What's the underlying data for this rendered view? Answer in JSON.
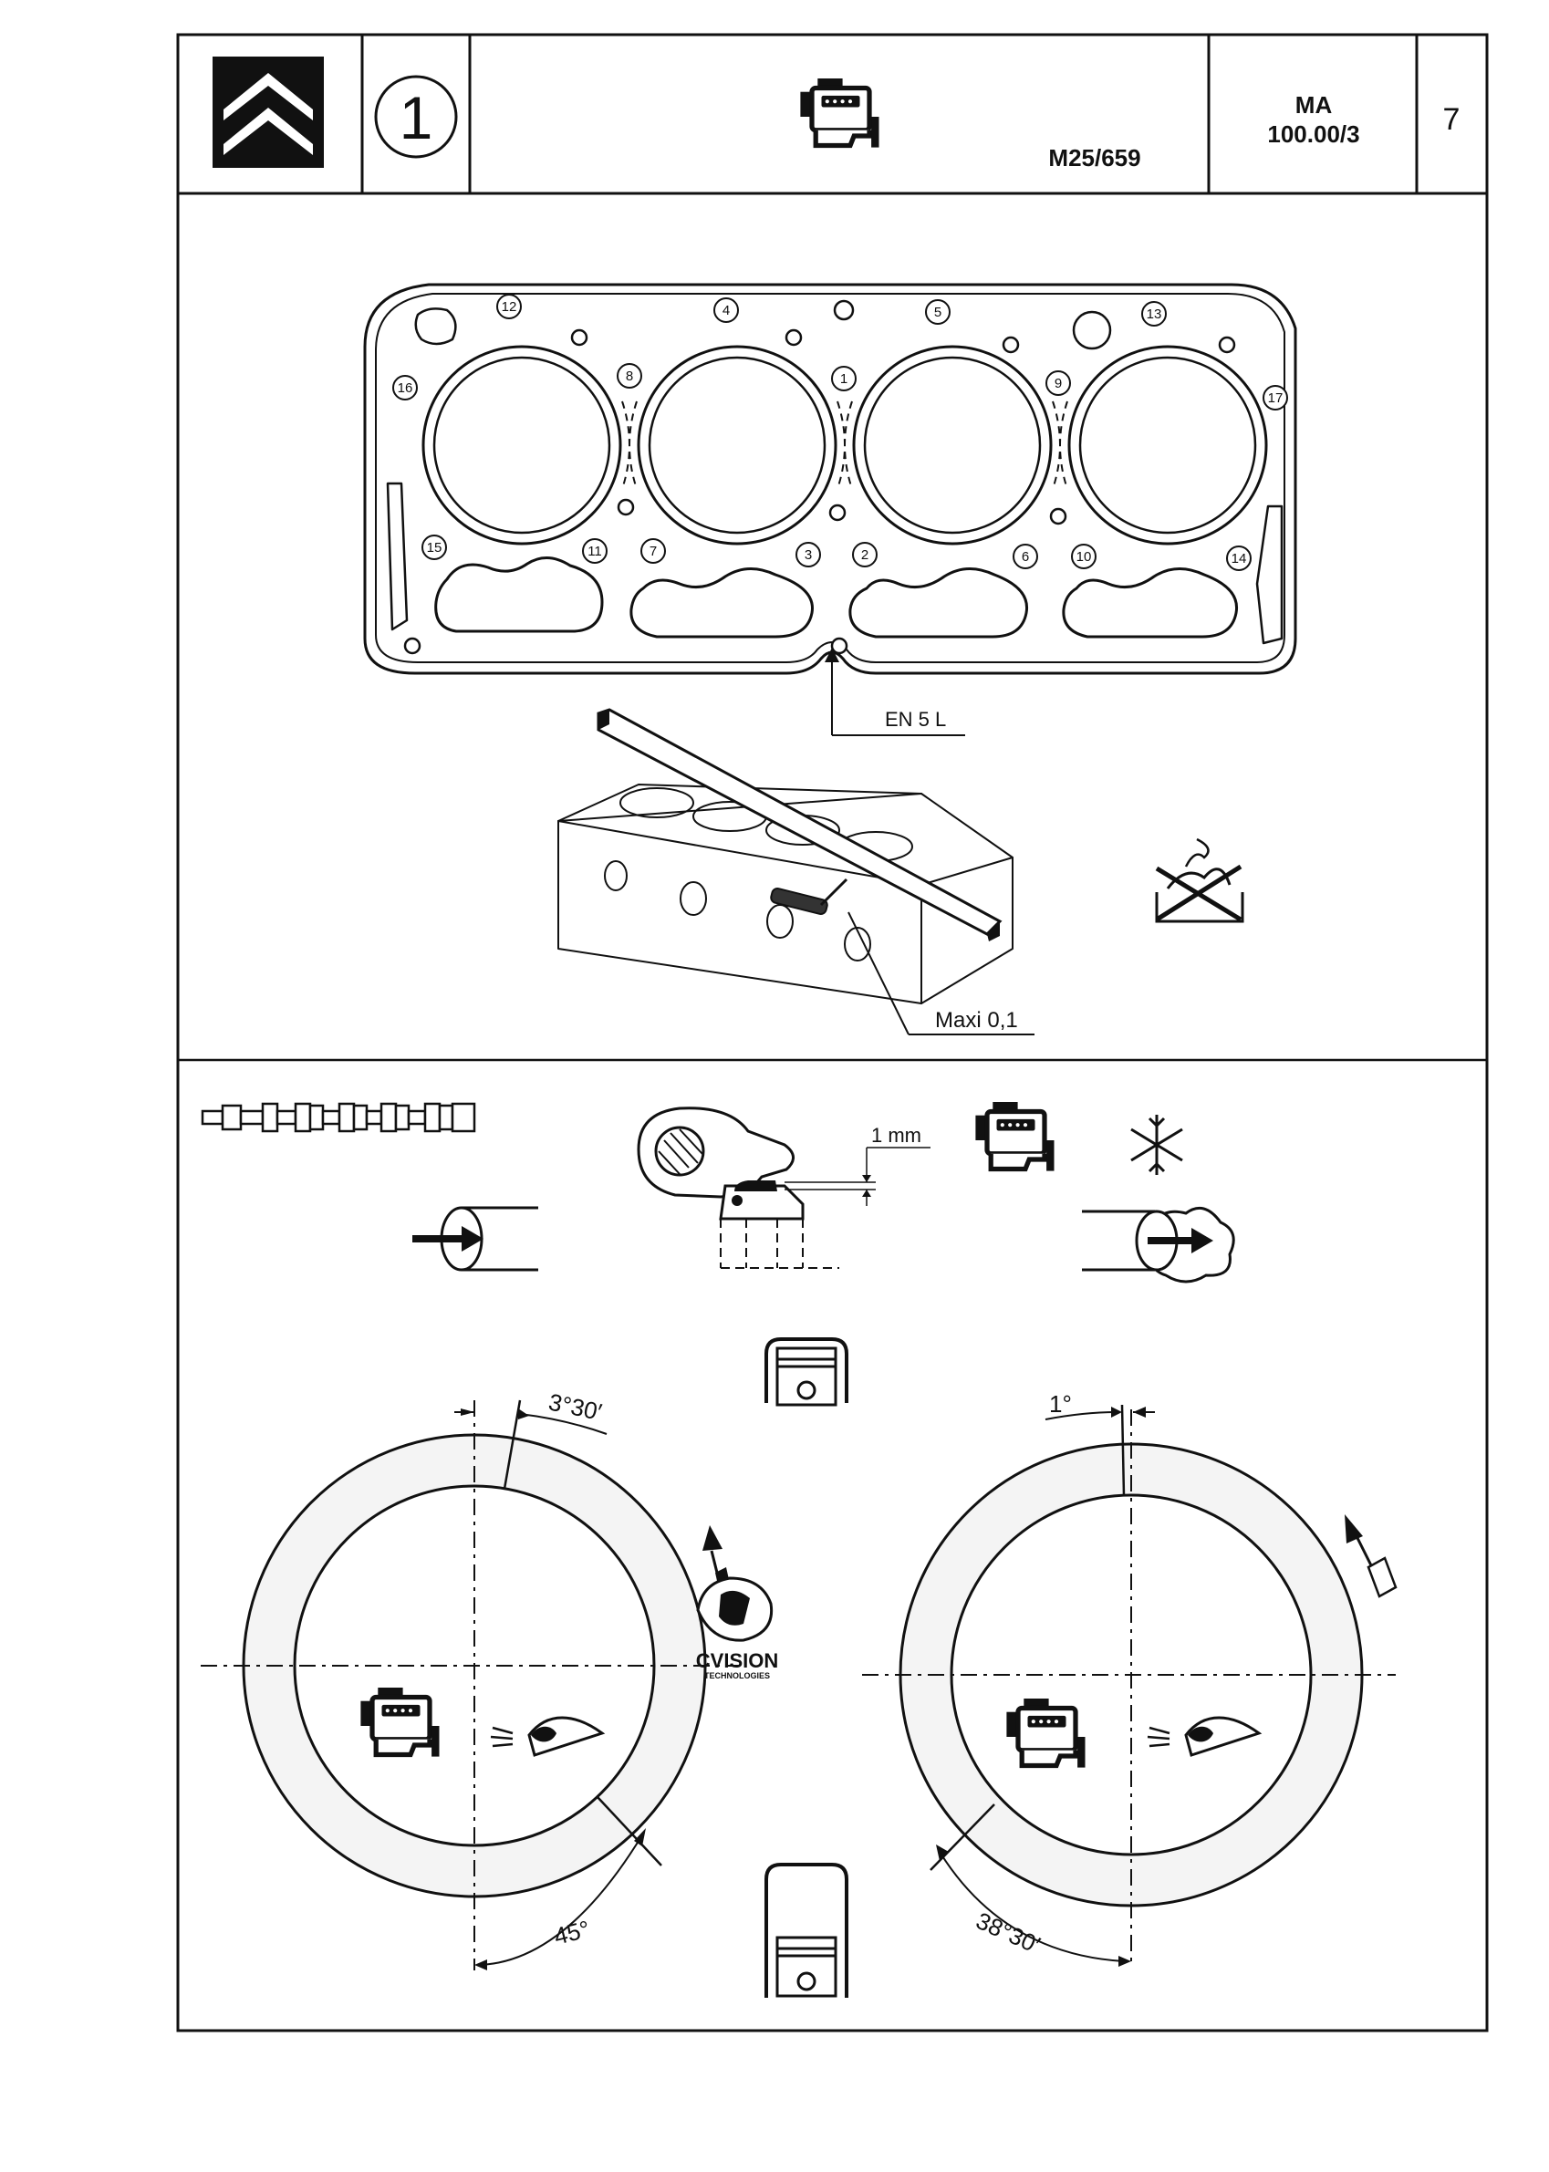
{
  "header": {
    "step_number": "1",
    "engine_code": "M25/659",
    "section_line1": "MA",
    "section_line2": "100.00/3",
    "page_number": "7"
  },
  "gasket": {
    "bolt_labels": [
      "1",
      "2",
      "3",
      "4",
      "5",
      "6",
      "7",
      "8",
      "9",
      "10",
      "11",
      "12",
      "13",
      "14",
      "15",
      "16",
      "17"
    ],
    "marking_label": "EN 5 L"
  },
  "flatness": {
    "tolerance_label": "Maxi 0,1"
  },
  "valve": {
    "clearance_label": "1 mm"
  },
  "timing": {
    "intake": {
      "open_label": "3°30′",
      "close_label": "45°"
    },
    "exhaust": {
      "open_label": "1°",
      "close_label": "38°30′"
    }
  },
  "watermark": {
    "line1": "CVISION",
    "line2": "TECHNOLOGIES"
  }
}
